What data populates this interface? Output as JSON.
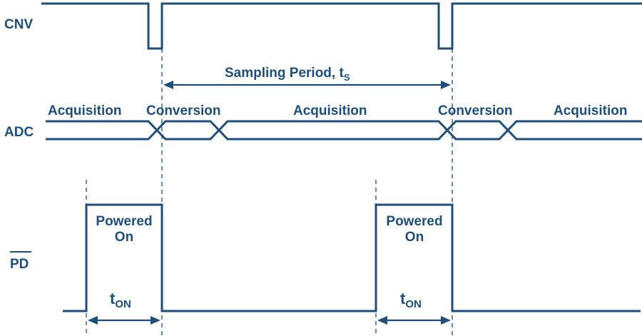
{
  "signals": {
    "cnv": "CNV",
    "adc": "ADC",
    "pd": "PD"
  },
  "sampling": {
    "text": "Sampling Period, t",
    "subscript": "S"
  },
  "adc_phases": {
    "acq1": "Acquisition",
    "conv1": "Conversion",
    "acq2": "Acquisition",
    "conv2": "Conversion",
    "acq3": "Acquisition"
  },
  "powered": {
    "line1": "Powered",
    "line2": "On"
  },
  "ton": {
    "text": "t",
    "subscript": "ON"
  },
  "colors": {
    "signal": "#1f4e79",
    "background": "#ffffff"
  }
}
